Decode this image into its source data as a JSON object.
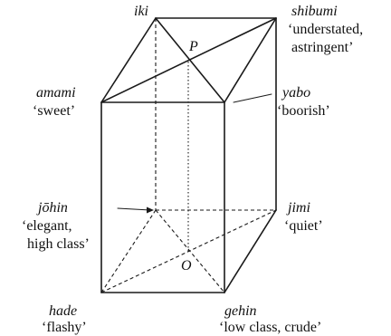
{
  "vertices": {
    "iki": {
      "term": "iki",
      "gloss": ""
    },
    "shibumi": {
      "term": "shibumi",
      "gloss_line1": "‘understated,",
      "gloss_line2": "astringent’"
    },
    "amami": {
      "term": "amami",
      "gloss": "‘sweet’"
    },
    "yabo": {
      "term": "yabo",
      "gloss": "‘boorish’"
    },
    "johin": {
      "term": "jōhin",
      "gloss_line1": "‘elegant,",
      "gloss_line2": "high class’"
    },
    "jimi": {
      "term": "jimi",
      "gloss": "‘quiet’"
    },
    "hade": {
      "term": "hade",
      "gloss": "‘flashy’"
    },
    "gehin": {
      "term": "gehin",
      "gloss": "‘low class, crude’"
    }
  },
  "points": {
    "P": "P",
    "O": "O"
  }
}
